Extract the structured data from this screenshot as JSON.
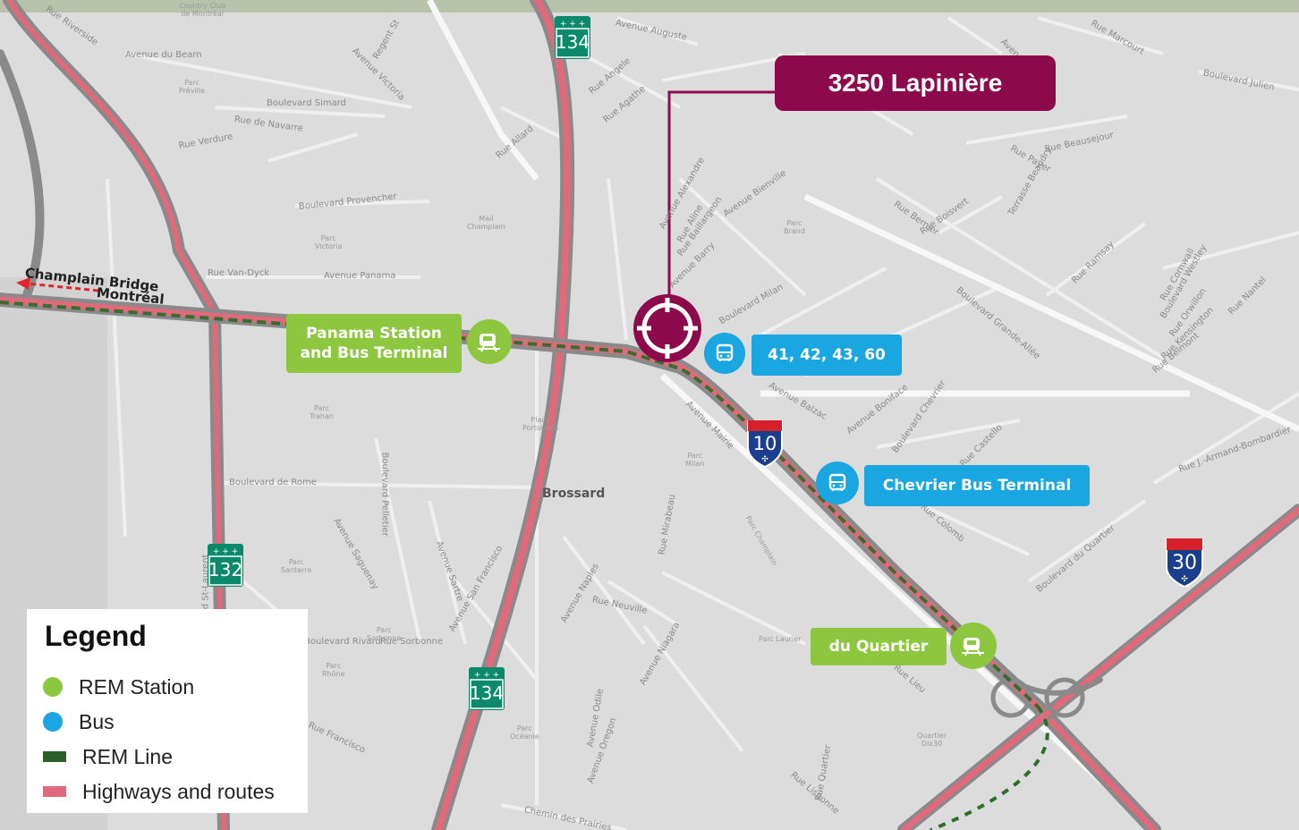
{
  "callout": {
    "address": "3250 Lapinière"
  },
  "city_label": "Brossard",
  "bridge_label": {
    "line1": "Champlain Bridge",
    "line2": "Montréal"
  },
  "stations": {
    "panama": "Panama Station\nand Bus Terminal",
    "du_quartier": "du Quartier"
  },
  "bus": {
    "routes": "41, 42, 43, 60",
    "chevrier": "Chevrier Bus Terminal"
  },
  "shields": {
    "h134_top": "134",
    "h134_bottom": "134",
    "h132": "132",
    "i10": "10",
    "i30": "30"
  },
  "streets": [
    "Rue Riverside",
    "Avenue du Bearn",
    "Boulevard Simard",
    "Rue de Navarre",
    "Rue Verdure",
    "Boulevard Provencher",
    "Rue Van-Dyck",
    "Avenue Panama",
    "Avenue Victoria",
    "Regent St",
    "Avenue Auguste",
    "Rue Angele",
    "Rue Agathe",
    "Rue Allard",
    "Avenue Bienville",
    "Boulevard Milan",
    "Rue Beausejour",
    "Rue Bernier",
    "Rue Boisvert",
    "Terrasse Beaudry",
    "Rue Ramsay",
    "Boulevard Grande-Allée",
    "Avenue Boniface",
    "Boulevard Chevrier",
    "Rue Castello",
    "Boulevard de Rome",
    "Boulevard Pelletier",
    "Avenue Saguenay",
    "Avenue Sartre",
    "Avenue San Francisco",
    "Avenue Naples",
    "Rue Neuville",
    "Avenue Niagara",
    "Rue Mirabeau",
    "Boulevard du Quartier",
    "Rue J.-Armand-Bombardier",
    "Boulevard Julien",
    "Chemin des Prairies",
    "Rue Lisbonne",
    "Avenue Oregon",
    "Boulevard St-Laurent",
    "Rue Cornwall",
    "Boulevard Westley",
    "Rue Orwillon",
    "Rue Kensington",
    "Rue Belmont",
    "Rue Nantel",
    "Avenue Alexandre",
    "Rue Aline",
    "Rue Baillargeon",
    "Avenue Barry",
    "Avenue Balzac",
    "Rue Colomb",
    "Rue Marcourt",
    "Avenue Grenier",
    "Rue Payer",
    "Boulevard Rivard",
    "Rue Lieu",
    "Avenue Odile",
    "Rue Quartier",
    "Rue Sorbonne",
    "Rue Francisco",
    "Avenue Mairie"
  ],
  "places": [
    "Parc\nPréville",
    "Parc\nVictoria",
    "Mail\nChamplain",
    "Parc\nBrand",
    "Parc\nTrahan",
    "Place\nPortobello",
    "Parc\nMilan",
    "Parc\nSanterre",
    "Parc\nSorbonne",
    "Parc\nRhône",
    "Parc\nOcéanie",
    "Parc Laurier",
    "Quartier\nDix30",
    "Country Club\nde Montréal",
    "Parc Champlain"
  ],
  "legend": {
    "title": "Legend",
    "items": [
      {
        "label": "REM Station",
        "color": "#8dc63f"
      },
      {
        "label": "Bus",
        "color": "#1aa6e0"
      },
      {
        "label": "REM Line",
        "color": "#2e5e2a"
      },
      {
        "label": "Highways and routes",
        "color": "#e06a7c"
      }
    ]
  },
  "colors": {
    "highway": "#e06a7c",
    "rem_line": "#3c6b2e",
    "station": "#8dc63f",
    "bus": "#1aa6e0",
    "marker": "#8c0a4b"
  }
}
